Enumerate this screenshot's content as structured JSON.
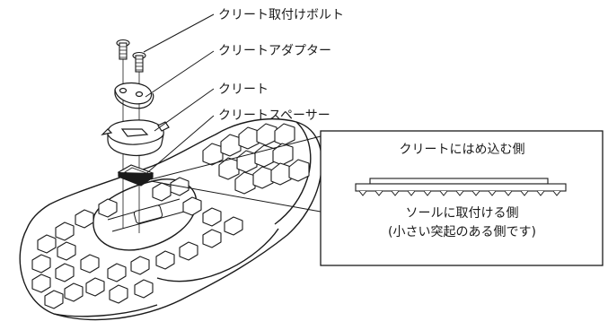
{
  "labels": {
    "cleat_bolt": "クリート取付けボルト",
    "cleat_adapter": "クリートアダプター",
    "cleat": "クリート",
    "cleat_spacer": "クリートスペーサー"
  },
  "detail": {
    "top_side": "クリートにはめ込む側",
    "sole_side": "ソールに取付ける側",
    "sole_side_note": "(小さい突起のある側です)"
  }
}
